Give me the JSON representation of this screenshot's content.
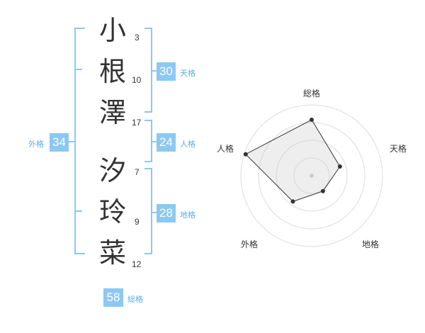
{
  "name": {
    "characters": [
      {
        "char": "小",
        "strokes": "3"
      },
      {
        "char": "根",
        "strokes": "10"
      },
      {
        "char": "澤",
        "strokes": "17"
      },
      {
        "char": "汐",
        "strokes": "7"
      },
      {
        "char": "玲",
        "strokes": "9"
      },
      {
        "char": "菜",
        "strokes": "12"
      }
    ]
  },
  "fortunes": {
    "tenkaku": {
      "value": "30",
      "label": "天格"
    },
    "jinkaku": {
      "value": "24",
      "label": "人格"
    },
    "chikaku": {
      "value": "28",
      "label": "地格"
    },
    "gaikaku": {
      "value": "34",
      "label": "外格"
    },
    "soukaku": {
      "value": "58",
      "label": "総格"
    }
  },
  "colors": {
    "accent": "#8cc8f2",
    "bracket": "#8cc8f2",
    "label": "#5aaee8"
  },
  "chart_data": {
    "type": "radar",
    "axes": [
      "総格",
      "天格",
      "地格",
      "外格",
      "人格"
    ],
    "values": [
      0.79,
      0.42,
      0.27,
      0.45,
      0.98
    ],
    "rings": 4,
    "range": [
      0,
      1
    ]
  }
}
